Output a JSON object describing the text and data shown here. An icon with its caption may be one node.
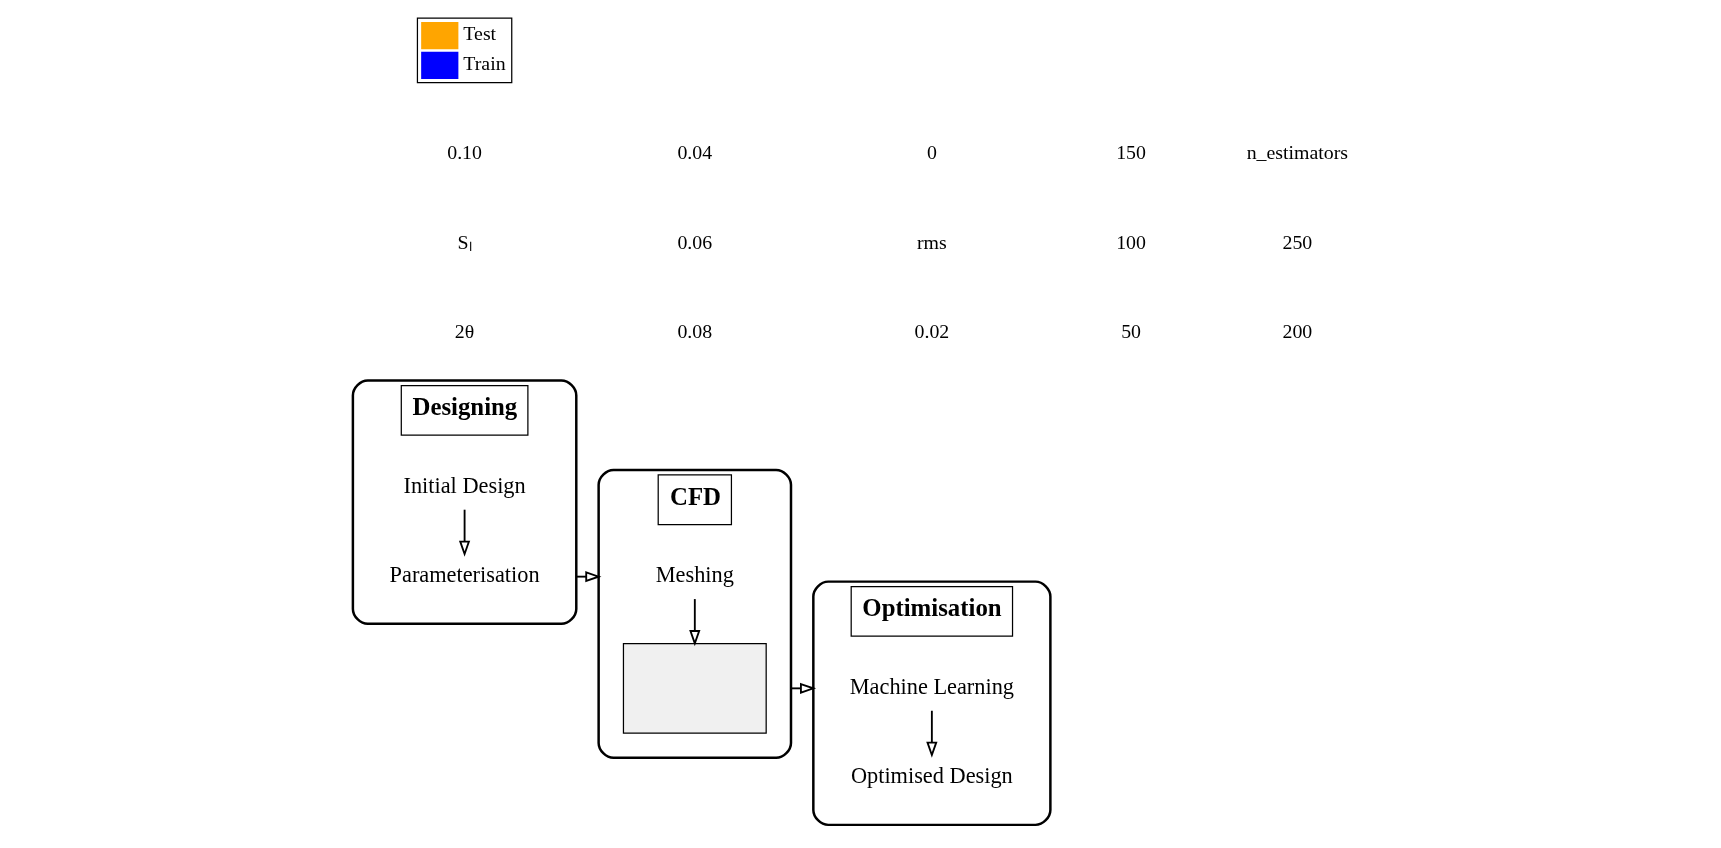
{
  "diagram": {
    "nodes": [
      {
        "text": [
          "Designing"
        ]
      },
      {
        "text": [
          "Initial Design"
        ],
        "in": 0
      },
      {
        "text": [
          "Parameterisation"
        ],
        "in": 0
      },
      {
        "text": [
          "CFD"
        ]
      },
      {
        "text": [
          "Meshing"
        ],
        "in": 3
      },
      {
        "text": [],
        "shape": "box",
        "in": 3
      },
      {
        "text": [
          "Optimisation"
        ]
      },
      {
        "text": [
          "Machine Learning"
        ],
        "in": 6
      },
      {
        "text": [
          "Optimised Design"
        ],
        "in": 6
      }
    ],
    "edges": [
      {
        "from": 1,
        "to": 2,
        "arrow": "to"
      },
      {
        "from": 0,
        "to": 3,
        "arrow": "to"
      },
      {
        "from": 4,
        "to": 5,
        "arrow": "to"
      },
      {
        "from": 3,
        "to": 6,
        "arrow": "to"
      },
      {
        "from": 7,
        "to": 8,
        "arrow": "to"
      }
    ],
    "labels": [
      "2θ",
      "Sₗ",
      "0.10",
      "0.08",
      "0.06",
      "0.04",
      "0.02",
      "rms",
      "0",
      "50",
      "100",
      "150",
      "200",
      "250",
      "n_estimators"
    ],
    "legend": [
      {
        "text": "Test",
        "color": "#ffa500"
      },
      {
        "text": "Train",
        "color": "#0000ff"
      }
    ]
  }
}
